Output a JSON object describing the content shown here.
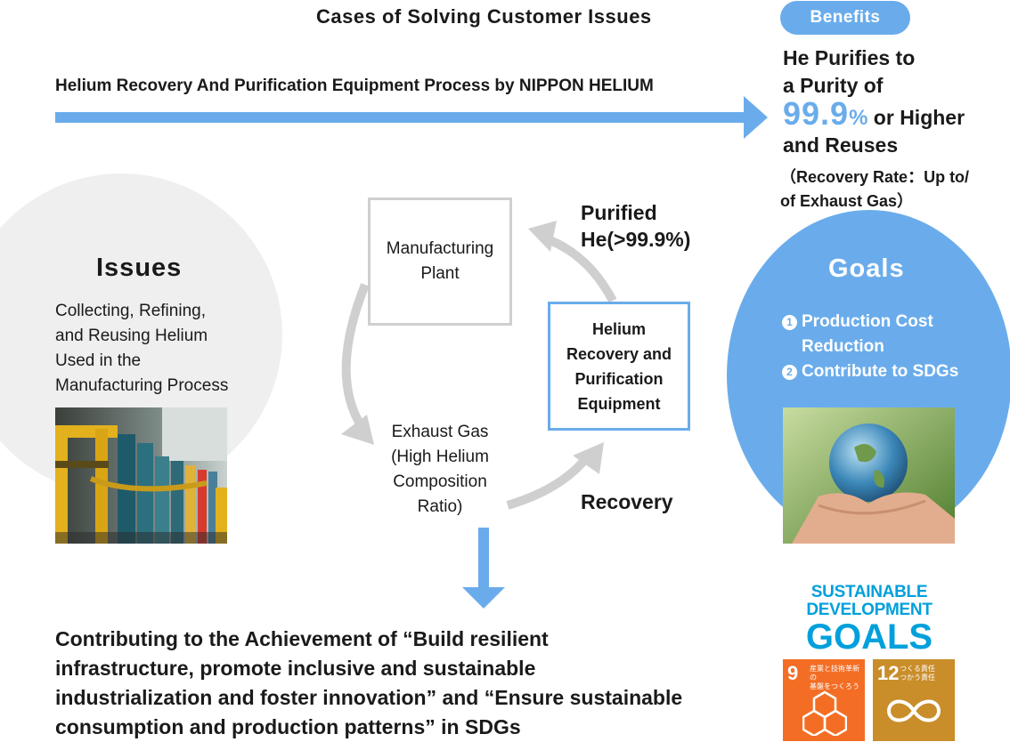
{
  "header": {
    "title": "Cases of Solving Customer Issues",
    "process_label": "Helium Recovery And Purification Equipment Process by NIPPON HELIUM"
  },
  "benefits": {
    "pill": "Benefits",
    "line1": "He Purifies to",
    "line2": "a Purity of",
    "purity_value": "99.9",
    "purity_unit": "%",
    "line3_suffix": " or Higher",
    "line4": "and Reuses",
    "note_line1": "（Recovery Rate：Up to/",
    "note_line2": "of Exhaust Gas）"
  },
  "issues": {
    "title": "Issues",
    "body": [
      "Collecting, Refining,",
      "and Reusing Helium",
      "Used in the",
      "Manufacturing Process"
    ]
  },
  "goals": {
    "title": "Goals",
    "items": [
      {
        "num": "1",
        "label": "Production Cost",
        "label_cont": "Reduction"
      },
      {
        "num": "2",
        "label": "Contribute to SDGs"
      }
    ]
  },
  "cycle": {
    "plant": [
      "Manufacturing",
      "Plant"
    ],
    "equipment": [
      "Helium",
      "Recovery and",
      "Purification",
      "Equipment"
    ],
    "exhaust": [
      "Exhaust Gas",
      "(High Helium",
      "Composition",
      "Ratio)"
    ],
    "purified": [
      "Purified",
      "He(>99.9%)"
    ],
    "recovery": "Recovery"
  },
  "conclusion": [
    "Contributing to the Achievement of “Build resilient",
    "infrastructure, promote inclusive and sustainable",
    "industrialization and foster innovation” and “Ensure sustainable",
    "consumption and production patterns” in SDGs"
  ],
  "sdg": {
    "logo_line1": "SUSTAINABLE",
    "logo_line2": "DEVELOPMENT",
    "logo_line3": "GOALS",
    "goal9_num": "9",
    "goal9_text": [
      "産業と技術革新の",
      "基盤をつくろう"
    ],
    "goal12_num": "12",
    "goal12_text": [
      "つくる責任",
      "つかう責任"
    ]
  },
  "colors": {
    "accent_blue": "#6aaceb",
    "cycle_gray": "#cfcfcf",
    "issues_bg": "#efefef",
    "sdg9": "#f36e24",
    "sdg12": "#c98d2a"
  }
}
